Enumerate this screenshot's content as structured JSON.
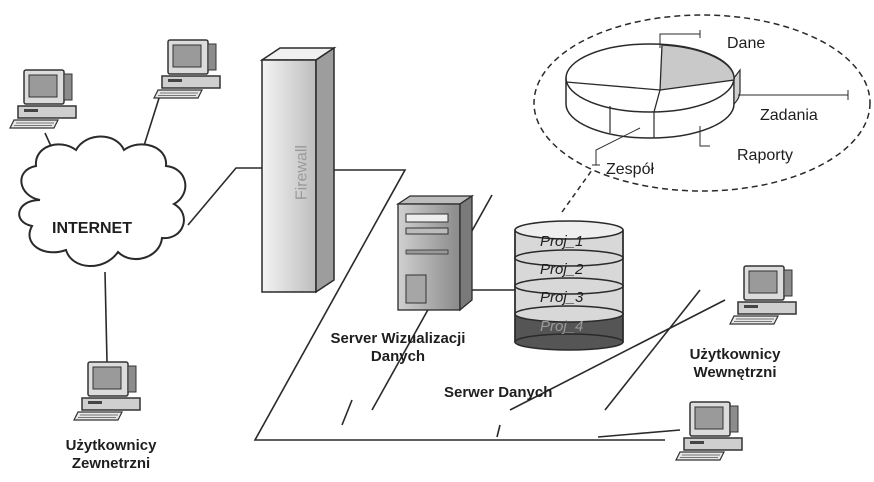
{
  "labels": {
    "internet": "INTERNET",
    "firewall": "Firewall",
    "external_users_line1": "Użytkownicy",
    "external_users_line2": "Zewnetrzni",
    "viz_server_line1": "Server Wizualizacji",
    "viz_server_line2": "Danych",
    "data_server": "Serwer Danych",
    "internal_users_line1": "Użytkownicy",
    "internal_users_line2": "Wewnętrzni"
  },
  "database": {
    "layers": [
      "Proj_1",
      "Proj_2",
      "Proj_3",
      "Proj_4"
    ]
  },
  "pie": {
    "slices": [
      "Dane",
      "Zadania",
      "Raporty",
      "Zespół"
    ]
  },
  "colors": {
    "line": "#2a2a2a",
    "layer_light": "#d8d8d8",
    "layer_dark": "#555555",
    "pie_highlight": "#c9c9c9"
  }
}
